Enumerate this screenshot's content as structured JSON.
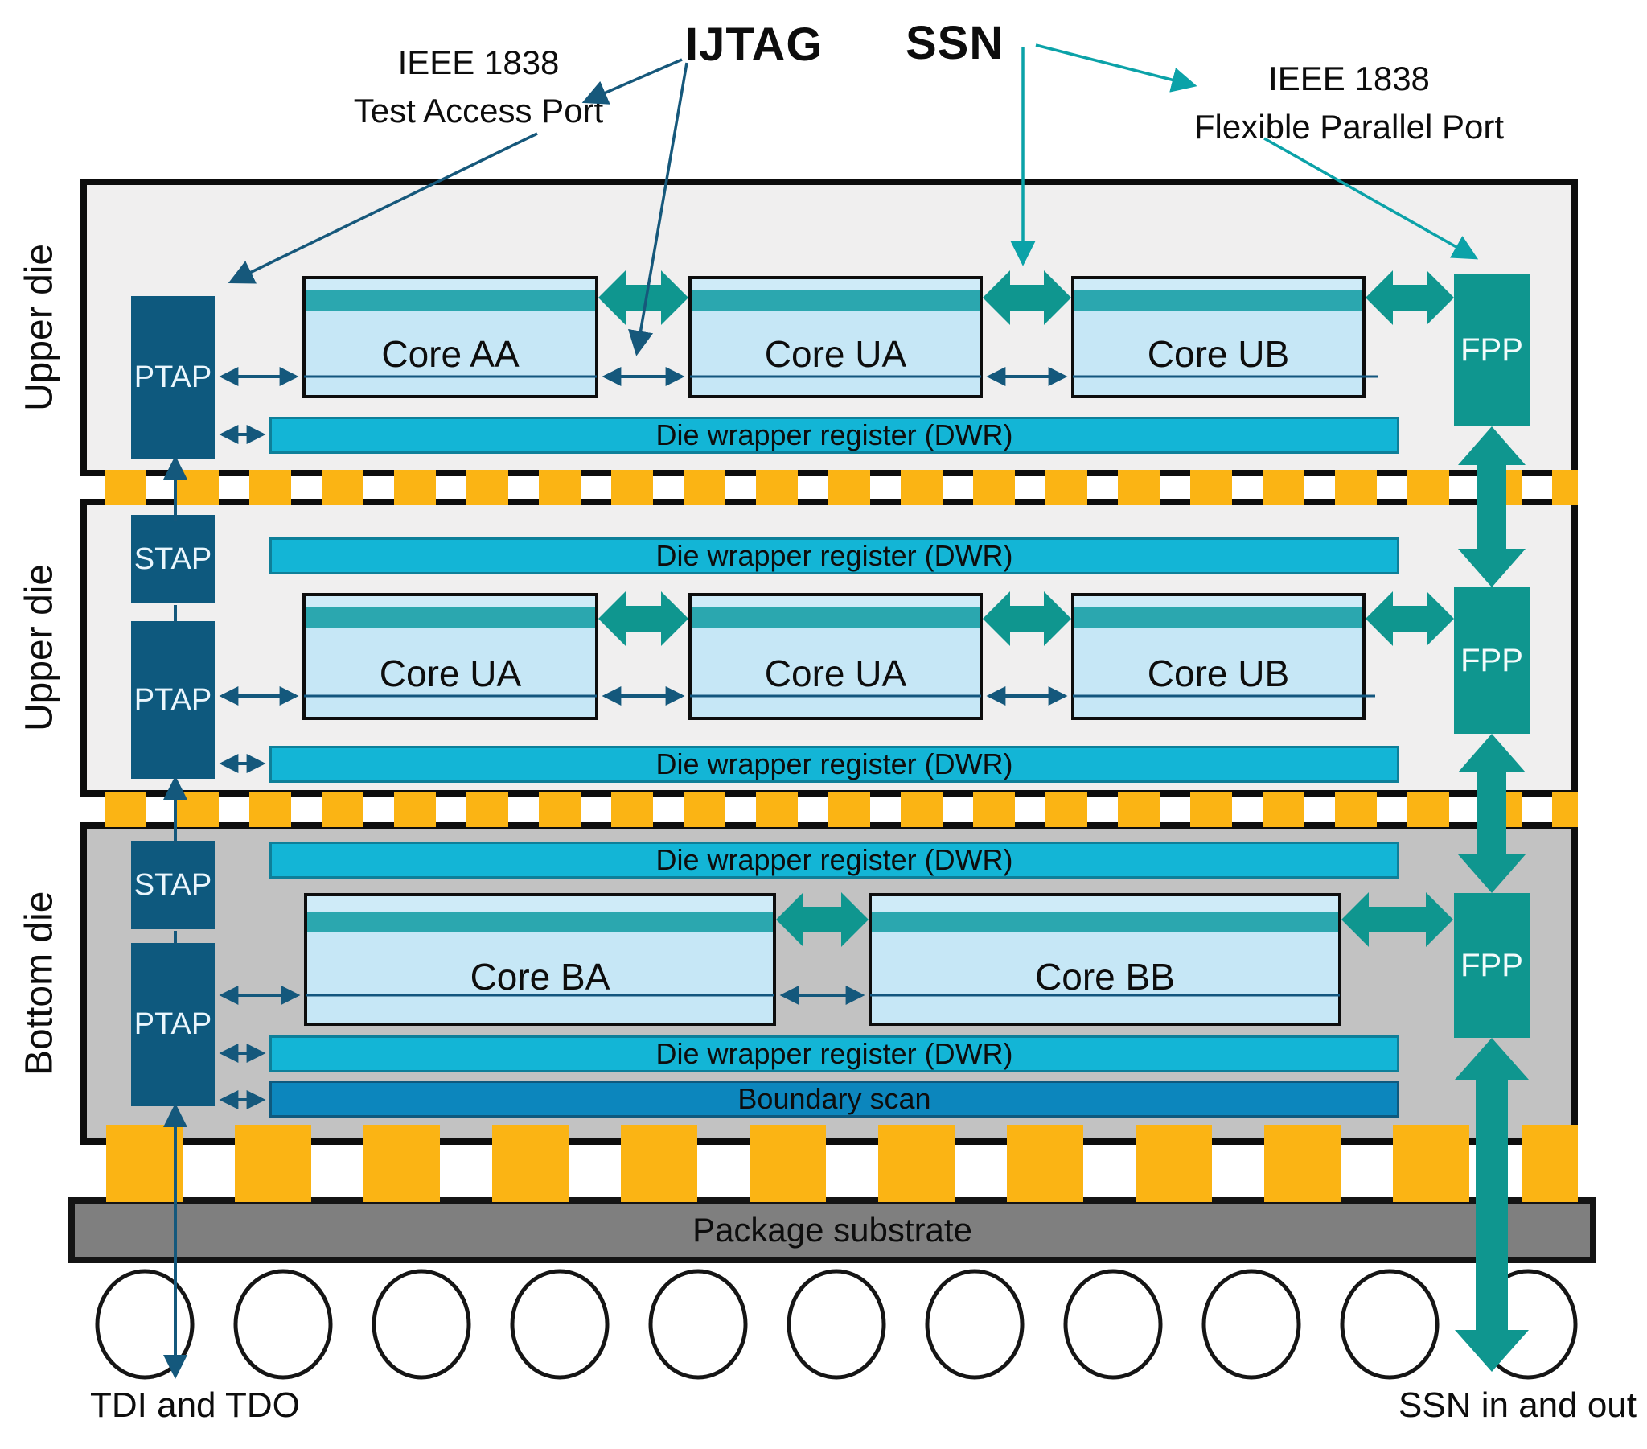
{
  "title_annotations": {
    "tap": {
      "line1": "IEEE 1838",
      "line2": "Test Access Port"
    },
    "ijtag": "IJTAG",
    "ssn": "SSN",
    "fpp": {
      "line1": "IEEE 1838",
      "line2": "Flexible Parallel Port"
    }
  },
  "dies": [
    {
      "name": "Upper die",
      "taps": [
        {
          "label": "PTAP"
        }
      ],
      "cores": [
        {
          "label": "Core AA"
        },
        {
          "label": "Core UA"
        },
        {
          "label": "Core UB"
        }
      ],
      "fpp": "FPP",
      "dwr_bottom": "Die wrapper register (DWR)"
    },
    {
      "name": "Upper die",
      "taps": [
        {
          "label": "STAP"
        },
        {
          "label": "PTAP"
        }
      ],
      "cores": [
        {
          "label": "Core UA"
        },
        {
          "label": "Core UA"
        },
        {
          "label": "Core UB"
        }
      ],
      "fpp": "FPP",
      "dwr_top": "Die wrapper register (DWR)",
      "dwr_bottom": "Die wrapper register (DWR)"
    },
    {
      "name": "Bottom die",
      "taps": [
        {
          "label": "STAP"
        },
        {
          "label": "PTAP"
        }
      ],
      "cores": [
        {
          "label": "Core BA"
        },
        {
          "label": "Core BB"
        }
      ],
      "fpp": "FPP",
      "dwr_top": "Die wrapper register (DWR)",
      "dwr_bottom": "Die wrapper register (DWR)",
      "boundary_scan": "Boundary scan"
    }
  ],
  "package": {
    "substrate": "Package substrate"
  },
  "bottom_labels": {
    "tdi_tdo": "TDI and TDO",
    "ssn_io": "SSN in and out"
  },
  "colors": {
    "tap_box": "#0e597e",
    "core_fill": "#c6e7f6",
    "core_band": "#2ba7af",
    "dwr_fill": "#13b5d6",
    "dwr_border": "#0e7f99",
    "boundary_scan_fill": "#0c86bd",
    "fpp_and_big_arrows": "#0f968f",
    "bump_yellow": "#fbb414",
    "upper_die_bg": "#f0efef",
    "bottom_die_bg": "#c2c2c2",
    "substrate_gray": "#7f7f7f",
    "thin_arrow_blue": "#14587c",
    "annotation_teal": "#0ba2a8"
  }
}
